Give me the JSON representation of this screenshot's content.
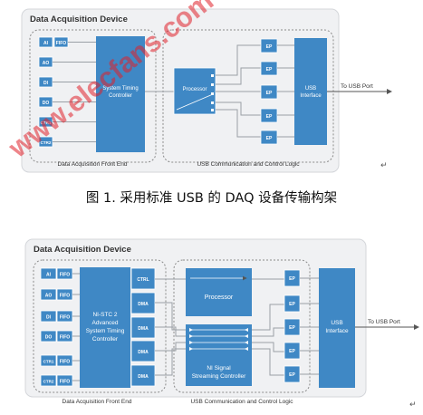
{
  "diagram1": {
    "title": "Data Acquisition Device",
    "inputs": [
      "AI",
      "AO",
      "DI",
      "DO",
      "CTR1",
      "CTR2"
    ],
    "fifo_label": "FIFO",
    "controller_lines": [
      "System Timing",
      "Controller"
    ],
    "processor_label": "Processor",
    "ep_label": "EP",
    "usb_interface_lines": [
      "USB",
      "Interface"
    ],
    "usb_port_label": "To USB Port",
    "front_end_label": "Data Acquisition Front End",
    "comm_label": "USB Communication and Control Logic"
  },
  "caption": "图 1. 采用标准 USB 的 DAQ 设备传输构架",
  "caret_glyph": "↵",
  "diagram2": {
    "title": "Data Acquisition Device",
    "inputs": [
      "AI",
      "AO",
      "DI",
      "DO",
      "CTR1",
      "CTR2"
    ],
    "fifo_label": "FIFO",
    "controller_lines": [
      "NI-STC 2",
      "Advanced",
      "System Timing",
      "Controller"
    ],
    "channel_labels": [
      "CTRL",
      "DMA",
      "DMA",
      "DMA",
      "DMA"
    ],
    "processor_label": "Processor",
    "streaming_lines": [
      "NI Signal",
      "Streaming Controller"
    ],
    "ep_label": "EP",
    "usb_interface_lines": [
      "USB",
      "Interface"
    ],
    "usb_port_label": "To USB Port",
    "front_end_label": "Data Acquisition Front End",
    "comm_label": "USB Communication and Control Logic"
  },
  "watermark": "www.elecfans.com",
  "colors": {
    "box_blue": "#3f88c5",
    "box_border": "#ffffff",
    "panel_bg": "#f0f1f3",
    "dashed": "#8a8a8a",
    "text_dark": "#333333",
    "watermark": "#e0202a"
  }
}
